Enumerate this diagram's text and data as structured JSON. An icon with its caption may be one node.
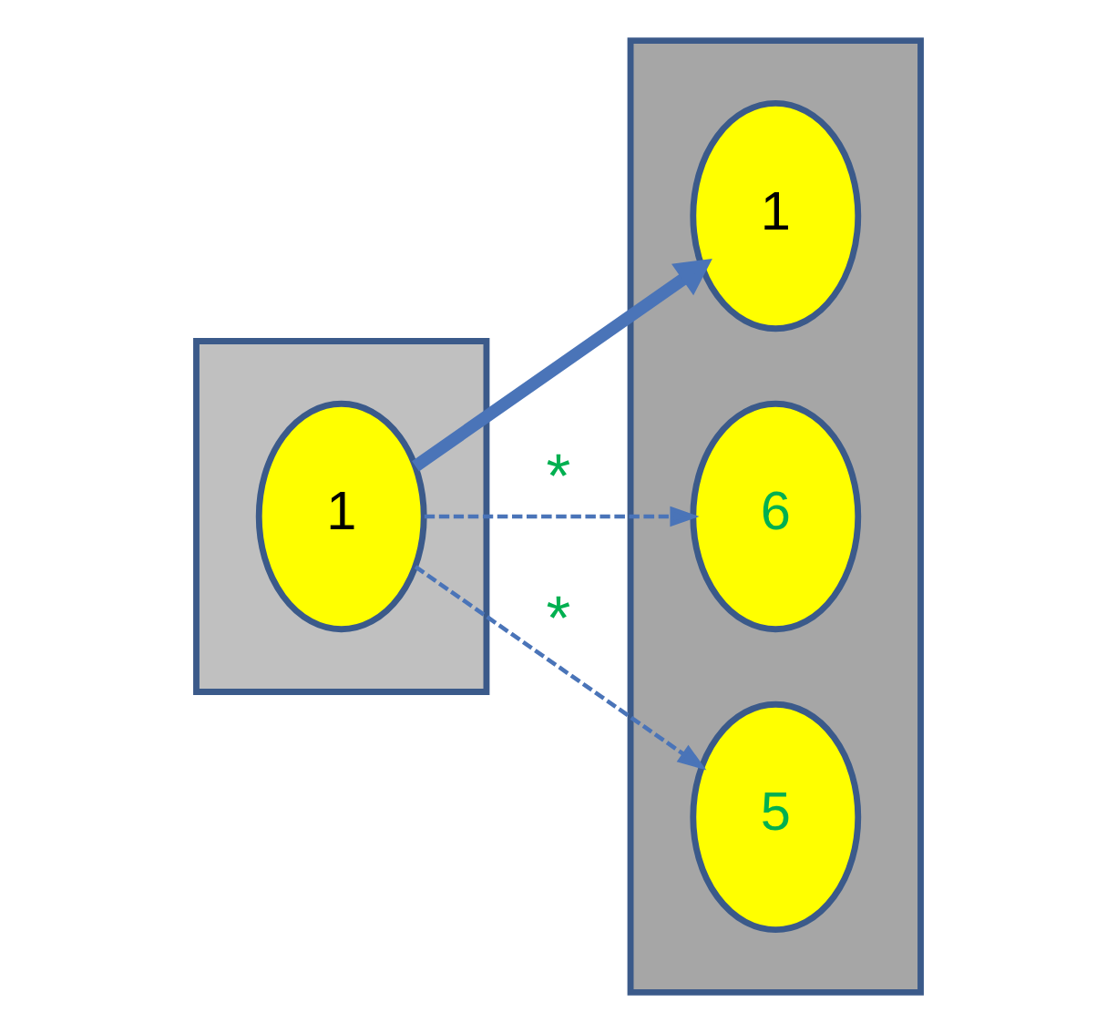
{
  "diagram": {
    "nodes": [
      {
        "text": [],
        "shape": "box"
      },
      {
        "text": [
          "1"
        ],
        "in": 0
      },
      {
        "text": [],
        "shape": "box"
      },
      {
        "text": [
          "1"
        ],
        "in": 2
      },
      {
        "text": [
          "6"
        ],
        "in": 2
      },
      {
        "text": [
          "5"
        ],
        "in": 2
      }
    ],
    "edges": [
      {
        "from": 1,
        "to": 4,
        "arrow": "to",
        "label": "*",
        "style": "dashed"
      },
      {
        "from": 1,
        "to": 3,
        "arrow": "to",
        "style": "thick"
      },
      {
        "from": 1,
        "to": 5,
        "arrow": "to",
        "label": "*",
        "style": "dashed"
      }
    ]
  }
}
